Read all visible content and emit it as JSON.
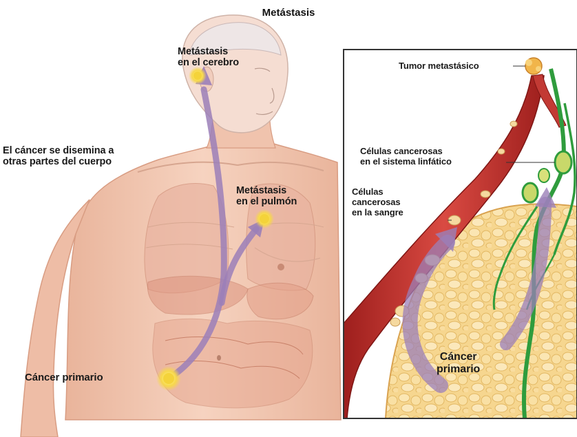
{
  "title": "Metástasis",
  "labels": {
    "brain_line1": "Metástasis",
    "brain_line2": "en el cerebro",
    "spread_line1": "El cáncer se disemina a",
    "spread_line2": "otras partes del cuerpo",
    "lung_line1": "Metástasis",
    "lung_line2": "en el pulmón",
    "primary_left": "Cáncer primario",
    "tumor": "Tumor metastásico",
    "lymph_line1": "Células cancerosas",
    "lymph_line2": "en el sistema linfático",
    "blood_line1": "Células",
    "blood_line2": "cancerosas",
    "blood_line3": "en la sangre",
    "primary_inset_line1": "Cáncer",
    "primary_inset_line2": "primario"
  },
  "colors": {
    "skin": "#f0c9b4",
    "skin_shadow": "#e3a98d",
    "organ": "#e8a28a",
    "arrow": "#9b7fb8",
    "vessel": "#c0342f",
    "lymph": "#35a843",
    "tumor": "#f1c14a",
    "tissue": "#f7dc9a",
    "inset_border": "#333333"
  }
}
